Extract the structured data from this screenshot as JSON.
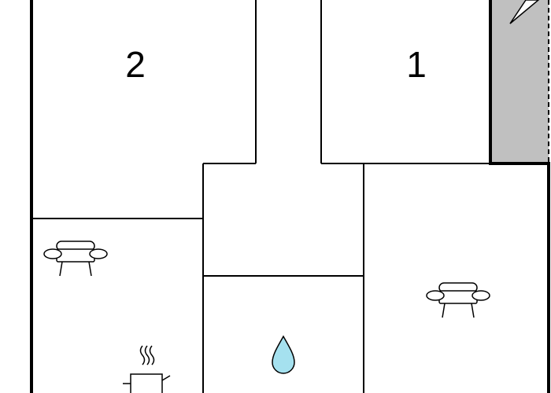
{
  "floorplan": {
    "rooms": [
      {
        "label": "2",
        "kind": "bedroom"
      },
      {
        "label": "1",
        "kind": "bedroom"
      }
    ],
    "icons": [
      {
        "name": "sofa-icon",
        "room": "living-left"
      },
      {
        "name": "sofa-icon",
        "room": "living-right"
      },
      {
        "name": "stove-icon",
        "room": "kitchen"
      },
      {
        "name": "water-drop-icon",
        "room": "bathroom"
      }
    ],
    "colors": {
      "wall": "#000000",
      "shaded_area": "#c0c0c0",
      "water_drop": "#a5e1ef"
    }
  }
}
